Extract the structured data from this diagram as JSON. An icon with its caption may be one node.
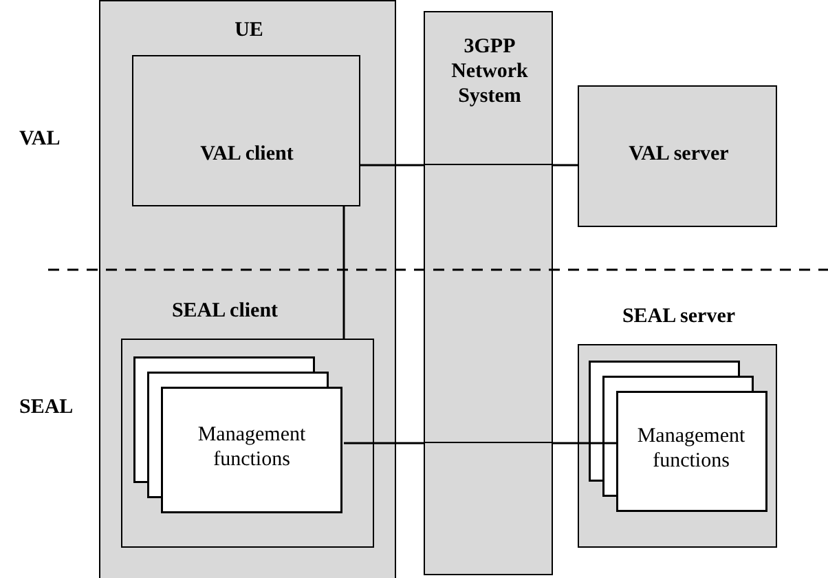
{
  "diagram": {
    "nodes": [
      {
        "text": [
          "UE"
        ]
      },
      {
        "text": [
          "3GPP Network System"
        ]
      },
      {
        "text": [
          "VAL client"
        ],
        "in": 0
      },
      {
        "text": [
          "VAL server"
        ]
      },
      {
        "text": [
          "SEAL client"
        ],
        "in": 0
      },
      {
        "text": [
          "Management functions"
        ],
        "in": 4
      },
      {
        "text": [
          "SEAL server"
        ]
      },
      {
        "text": [
          "Management functions"
        ],
        "in": 6
      }
    ],
    "edges": [
      {
        "from": 2,
        "to": 1,
        "arrow": "none"
      },
      {
        "from": 1,
        "to": 3,
        "arrow": "none"
      },
      {
        "from": 2,
        "to": 4,
        "arrow": "none"
      },
      {
        "from": 5,
        "to": 1,
        "arrow": "none"
      },
      {
        "from": 1,
        "to": 7,
        "arrow": "none"
      }
    ],
    "labels": [
      "VAL",
      "SEAL"
    ]
  }
}
